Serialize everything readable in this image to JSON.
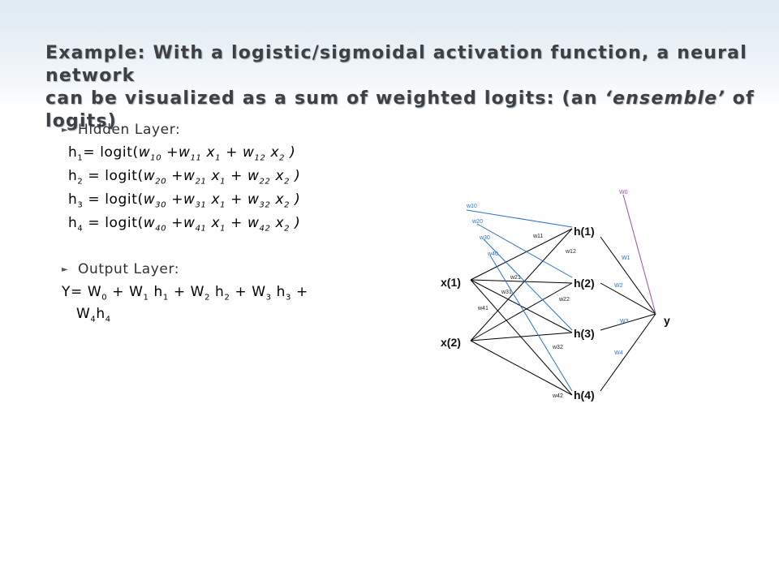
{
  "title": {
    "line1": "Example: With a logistic/sigmoidal activation function, a neural network",
    "line2_pre": "can be visualized as a sum of weighted logits: (an ",
    "line2_em": "‘ensemble’",
    "line2_post": " of logits)"
  },
  "hidden": {
    "heading": "Hidden Layer:",
    "bullet_icon": "arrow-bullet-icon",
    "equations": [
      {
        "lhs": "h",
        "lhs_sub": "1",
        "eq": "= logit(",
        "w0": "w",
        "w0_sub": "10",
        "p1": " +",
        "w1": "w",
        "w1_sub": "11",
        "x1": " x",
        "x1_sub": "1",
        "p2": " + ",
        "w2": "w",
        "w2_sub": "12",
        "x2": " x",
        "x2_sub": "2",
        "close": " )"
      },
      {
        "lhs": "h",
        "lhs_sub": "2",
        "eq": " = logit(",
        "w0": "w",
        "w0_sub": "20",
        "p1": " +",
        "w1": "w",
        "w1_sub": "21",
        "x1": " x",
        "x1_sub": "1",
        "p2": " + ",
        "w2": "w",
        "w2_sub": "22",
        "x2": " x",
        "x2_sub": "2",
        "close": " )"
      },
      {
        "lhs": "h",
        "lhs_sub": "3",
        "eq": " = logit(",
        "w0": "w",
        "w0_sub": "30",
        "p1": " +",
        "w1": "w",
        "w1_sub": "31",
        "x1": " x",
        "x1_sub": "1",
        "p2": " + ",
        "w2": "w",
        "w2_sub": "32",
        "x2": " x",
        "x2_sub": "2",
        "close": " )"
      },
      {
        "lhs": "h",
        "lhs_sub": "4",
        "eq": " = logit(",
        "w0": "w",
        "w0_sub": "40",
        "p1": " +",
        "w1": "w",
        "w1_sub": "41",
        "x1": " x",
        "x1_sub": "1",
        "p2": " + ",
        "w2": "w",
        "w2_sub": "42",
        "x2": " x",
        "x2_sub": "2",
        "close": " )"
      }
    ]
  },
  "output": {
    "heading": "Output Layer:",
    "eq": {
      "y": "Y= W",
      "s0": "0",
      "p1": " + W",
      "s1": "1",
      "h1": " h",
      "hs1": "1",
      "p2": " + W",
      "s2": "2",
      "h2": " h",
      "hs2": "2",
      "p3": " + W",
      "s3": "3",
      "h3": " h",
      "hs3": "3",
      "p4": " + W",
      "s4": "4",
      "h4": "h",
      "hs4": "4"
    }
  },
  "diagram": {
    "inputs": [
      "x(1)",
      "x(2)"
    ],
    "hidden": [
      "h(1)",
      "h(2)",
      "h(3)",
      "h(4)"
    ],
    "output": "y",
    "bias_hidden": [
      "w10",
      "w20",
      "w30",
      "w40"
    ],
    "weights_x1": [
      "w11",
      "w21",
      "w31",
      "w41"
    ],
    "weights_x2": [
      "w12",
      "w22",
      "w32",
      "w42"
    ],
    "bias_output": "W0",
    "weights_out": [
      "W1",
      "W2",
      "W3",
      "W4"
    ],
    "colors": {
      "bias_hidden": "#2a6fd6",
      "bias_output": "#9b4ea3",
      "edges": "#000000"
    }
  }
}
